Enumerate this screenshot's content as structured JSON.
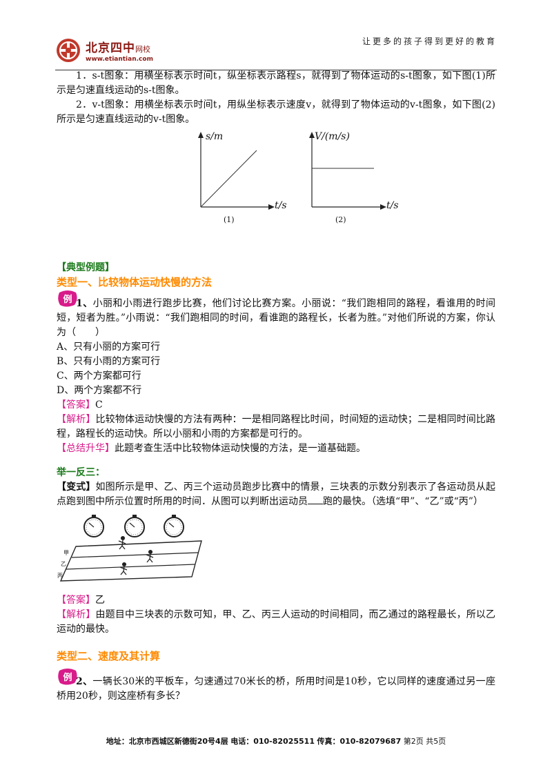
{
  "header": {
    "logo_name": "北京四中",
    "logo_suffix": "网校",
    "logo_url": "www.etiantian.com",
    "slogan": "让更多的孩子得到更好的教育"
  },
  "intro": {
    "p1": "1．s-t图象：用横坐标表示时间t，纵坐标表示路程s，就得到了物体运动的s-t图象，如下图(1)所示是匀速直线运动的s-t图象。",
    "p2": "2．v-t图象：用横坐标表示时间t，用纵坐标表示速度v，就得到了物体运动的v-t图象，如下图(2)所示是匀速直线运动的v-t图象。"
  },
  "figure": {
    "g1_y": "s/m",
    "g1_x": "t/s",
    "g1_cap": "(1)",
    "g2_y": "V/(m/s)",
    "g2_x": "t/s",
    "g2_cap": "(2)"
  },
  "typical": "【典型例题】",
  "type1": {
    "title": "类型一、比较物体运动快慢的方法",
    "q_num": "1、",
    "q_text": "小丽和小雨进行跑步比赛，他们讨论比赛方案。小丽说：“我们跑相同的路程，看谁用的时间短，短者为胜。”小雨说：“我们跑相同的时间，看谁跑的路程长，长者为胜。”对他们所说的方案，你认为（　　）",
    "options": [
      "A、只有小丽的方案可行",
      "B、只有小雨的方案可行",
      "C、两个方案都可行",
      "D、两个方案都不行"
    ],
    "answer_label": "【答案】",
    "answer": "C",
    "analysis_label": "【解析】",
    "analysis": "比较物体运动快慢的方法有两种：一是相同路程比时间，时间短的运动快；二是相同时间比路程，路程长的运动快。所以小丽和小雨的方案都是可行的。",
    "summary_label": "【总结升华】",
    "summary": "此题考查生活中比较物体运动快慢的方法，是一道基础题。"
  },
  "variant": {
    "title": "举一反三：",
    "label": "【变式】",
    "text_a": "如图所示是甲、乙、丙三个运动员跑步比赛中的情景，三块表的示数分别表示了各运动员从起点跑到图中所示位置时所用的时间．从图可以判断出运动员",
    "text_b": "跑的最快。（选填“甲”、“乙”或“丙”）",
    "track_labels": [
      "甲",
      "乙",
      "丙"
    ],
    "answer_label": "【答案】",
    "answer": "乙",
    "analysis_label": "【解析】",
    "analysis": "由题目中三块表的示数可知，甲、乙、丙三人运动的时间相同，而乙通过的路程最长，所以乙运动的最快。"
  },
  "type2": {
    "title": "类型二、速度及其计算",
    "q_num": "2、",
    "q_text": "一辆长30米的平板车，匀速通过70米长的桥，所用时间是10秒，它以同样的速度通过另一座桥用20秒，则这座桥有多长？"
  },
  "badge": "例",
  "footer": {
    "address": "地址：北京市西城区新德街20号4层",
    "phone": "电话：010-82025511",
    "fax": "传真：010-82079687",
    "page": "第2页",
    "total": "共5页"
  },
  "colors": {
    "green": "#1a7a1a",
    "orange": "#ff8a00",
    "magenta": "#d81b8a",
    "logo_red": "#8b1a14"
  }
}
